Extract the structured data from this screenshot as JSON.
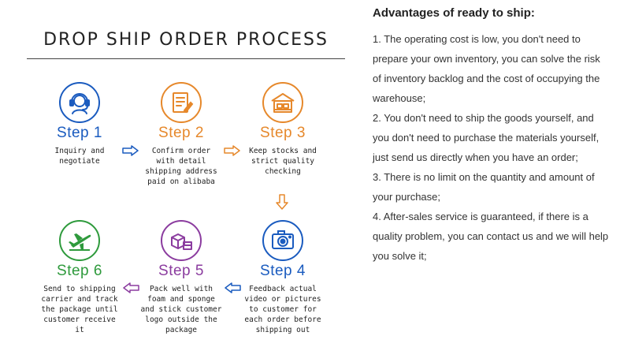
{
  "process": {
    "title": "DROP SHIP ORDER PROCESS",
    "steps": [
      {
        "label": "Step 1",
        "desc": "Inquiry and\nnegotiate",
        "icon": "customer-service-headset-icon",
        "color": "#1a5bbf"
      },
      {
        "label": "Step 2",
        "desc": "Confirm order\nwith detail\nshipping address\npaid on alibaba",
        "icon": "order-form-icon",
        "color": "#e6882b"
      },
      {
        "label": "Step 3",
        "desc": "Keep stocks and\nstrict quality\nchecking",
        "icon": "warehouse-icon",
        "color": "#e6882b"
      },
      {
        "label": "Step 4",
        "desc": "Feedback actual\nvideo or pictures\nto customer for\neach order before\nshipping out",
        "icon": "camera-icon",
        "color": "#1a5bbf"
      },
      {
        "label": "Step 5",
        "desc": "Pack well with\nfoam and sponge\nand stick customer\nlogo outside the\npackage",
        "icon": "package-boxes-icon",
        "color": "#8b3c9f"
      },
      {
        "label": "Step 6",
        "desc": "Send to shipping\ncarrier and track\nthe package until\ncustomer receive\nit",
        "icon": "airplane-icon",
        "color": "#2e9a3c"
      }
    ],
    "arrow_colors": {
      "blue": "#1a5bbf",
      "orange": "#e6882b",
      "purple": "#8b3c9f"
    }
  },
  "advantages": {
    "heading": "Advantages of ready to ship:",
    "points": [
      "1. The operating cost is low, you don't need to prepare your own inventory, you can solve the risk of inventory backlog and the cost of occupying the warehouse;",
      "2. You don't need to ship the goods yourself, and you don't need to purchase the materials yourself, just send us directly when you have an order;",
      "3. There is no limit on the quantity and amount of your purchase;",
      "4. After-sales service is guaranteed, if there is a quality problem, you can contact us and we will help you solve it;"
    ]
  }
}
